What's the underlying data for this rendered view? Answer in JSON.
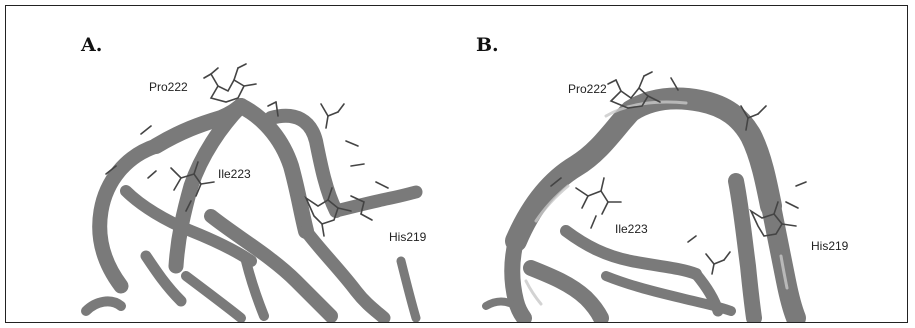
{
  "figure": {
    "panels": [
      {
        "letter": "A.",
        "residues": [
          "Pro222",
          "Ile223",
          "His219"
        ]
      },
      {
        "letter": "B.",
        "residues": [
          "Pro222",
          "Ile223",
          "His219"
        ]
      }
    ],
    "colors": {
      "ribbon": "#7a7a7a",
      "ribbon_dark": "#555555",
      "sticks": "#444444",
      "border": "#222222"
    }
  }
}
